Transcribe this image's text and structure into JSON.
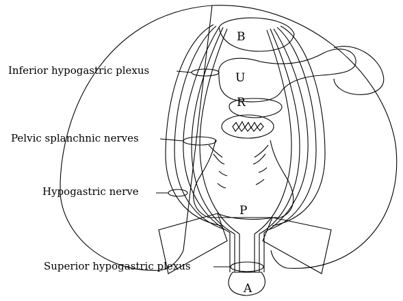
{
  "labels": {
    "inferior_hypogastric_plexus": "Inferior hypogastric plexus",
    "pelvic_splanchnic_nerves": "Pelvic splanchnic nerves",
    "hypogastric_nerve": "Hypogastric nerve",
    "superior_hypogastric_plexus": "Superior hypogastric plexus"
  },
  "organ_letters": {
    "bladder": "B",
    "uterus": "U",
    "rectum": "R",
    "promontory": "P",
    "aorta": "A"
  },
  "colors": {
    "line": "#000000",
    "background": "#ffffff"
  }
}
